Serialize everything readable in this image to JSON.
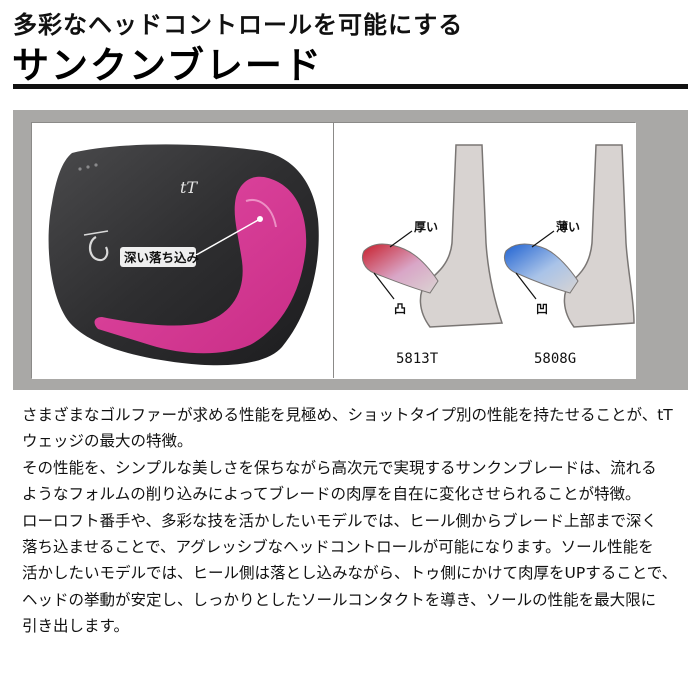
{
  "header": {
    "subtitle": "多彩なヘッドコントロールを可能にする",
    "title": "サンクンブレード"
  },
  "photo": {
    "callout": "深い落ち込み",
    "head_logo": "tT"
  },
  "diagram": {
    "left": {
      "thick_label": "厚い",
      "shape_label": "凸",
      "model": "5813T",
      "accent": "#c8202c"
    },
    "right": {
      "thin_label": "薄い",
      "shape_label": "凹",
      "model": "5808G",
      "accent": "#2a6fd6"
    }
  },
  "body": {
    "lines": [
      "さまざまなゴルファーが求める性能を見極め、ショットタイプ別の性能を持たせることが、tT",
      "ウェッジの最大の特徴。",
      "その性能を、シンプルな美しさを保ちながら高次元で実現するサンクンブレードは、流れる",
      "ようなフォルムの削り込みによってブレードの肉厚を自在に変化させられることが特徴。",
      "ローロフト番手や、多彩な技を活かしたいモデルでは、ヒール側からブレード上部まで深く",
      "落ち込ませることで、アグレッシブなヘッドコントロールが可能になります。ソール性能を",
      "活かしたいモデルでは、ヒール側は落とし込みながら、トゥ側にかけて肉厚をUPすることで、",
      "ヘッドの挙動が安定し、しっかりとしたソールコンタクトを導き、ソールの性能を最大限に",
      "引き出します。"
    ]
  }
}
